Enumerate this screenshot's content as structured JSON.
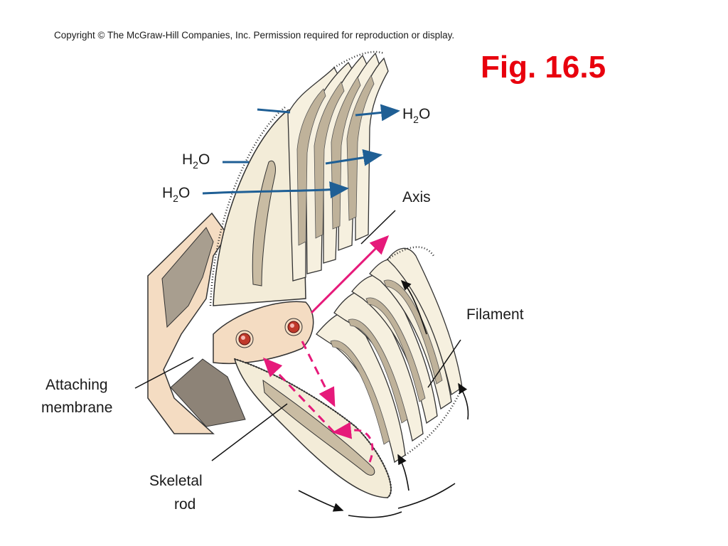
{
  "header": {
    "copyright": "Copyright © The McGraw-Hill Companies, Inc. Permission required for reproduction or display.",
    "figure_label": "Fig. 16.5"
  },
  "diagram": {
    "labels": {
      "water_top": {
        "main": "H",
        "sub": "2",
        "tail": "O"
      },
      "water_left_1": {
        "main": "H",
        "sub": "2",
        "tail": "O"
      },
      "water_left_2": {
        "main": "H",
        "sub": "2",
        "tail": "O"
      },
      "axis": "Axis",
      "filament": "Filament",
      "attaching_line1": "Attaching",
      "attaching_line2": "membrane",
      "skeletal_line1": "Skeletal",
      "skeletal_line2": "rod"
    },
    "colors": {
      "water_arrow": "#1f5f95",
      "blood_arrow": "#e6197a",
      "tissue_fill": "#f3ecd8",
      "tissue_shadow": "#c9bca3",
      "membrane_fill": "#f4dcc2",
      "vessel": "#c0392b",
      "title": "#e8000d"
    }
  }
}
